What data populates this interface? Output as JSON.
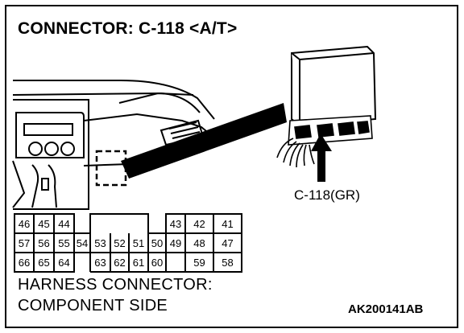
{
  "title": "CONNECTOR: C-118 <A/T>",
  "callout_label": "C-118(GR)",
  "caption": {
    "line1": "HARNESS CONNECTOR:",
    "line2": "COMPONENT SIDE"
  },
  "figure_code": "AK200141AB",
  "connector": {
    "row1": [
      "46",
      "45",
      "44",
      "43",
      "42",
      "41"
    ],
    "row2": [
      "57",
      "56",
      "55",
      "54",
      "53",
      "52",
      "51",
      "50",
      "49",
      "48",
      "47"
    ],
    "row3": [
      "66",
      "65",
      "64",
      "63",
      "62",
      "61",
      "60",
      "59",
      "58"
    ]
  }
}
